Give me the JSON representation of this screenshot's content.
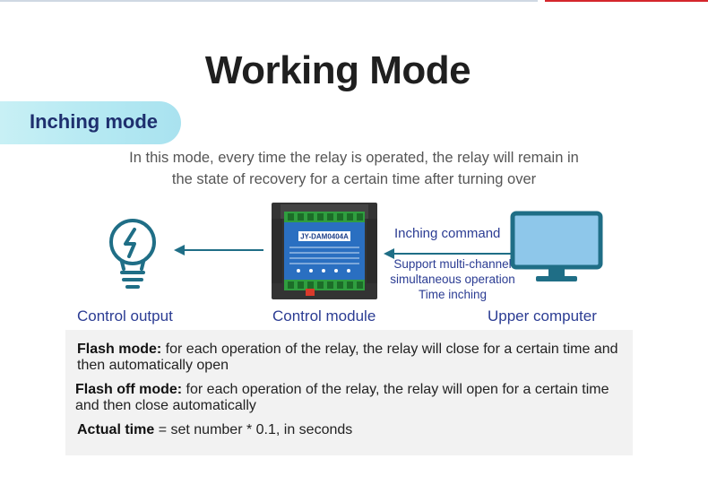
{
  "title": "Working Mode",
  "mode_label": "Inching mode",
  "description": {
    "line1": "In this mode, every time the relay is operated, the relay will remain in",
    "line2": "the state of recovery for a certain time after turning over"
  },
  "diagram": {
    "command_label": "Inching command",
    "support_lines": [
      "Support multi-channel",
      "simultaneous operation",
      "Time inching"
    ],
    "module_model": "JY-DAM0404A",
    "labels": {
      "output": "Control output",
      "module": "Control module",
      "upper": "Upper computer"
    }
  },
  "info": {
    "flash_term": "Flash mode:",
    "flash_text": " for each operation of the relay, the relay will close for a certain time and then automatically open",
    "flash_off_term": "Flash off mode:",
    "flash_off_text": " for each operation of the relay, the relay will open for a certain time and then close automatically",
    "actual_term": "Actual time",
    "actual_text": " = set number * 0.1, in seconds"
  },
  "colors": {
    "accent_blue": "#2b3c93",
    "icon_teal": "#1f6e86",
    "pill": "#b3e8f2",
    "monitor_screen": "#8ec7ea",
    "top_red": "#d4262c"
  },
  "icons": [
    "lightbulb-icon",
    "arrow-left-icon",
    "relay-module-image",
    "monitor-icon"
  ]
}
